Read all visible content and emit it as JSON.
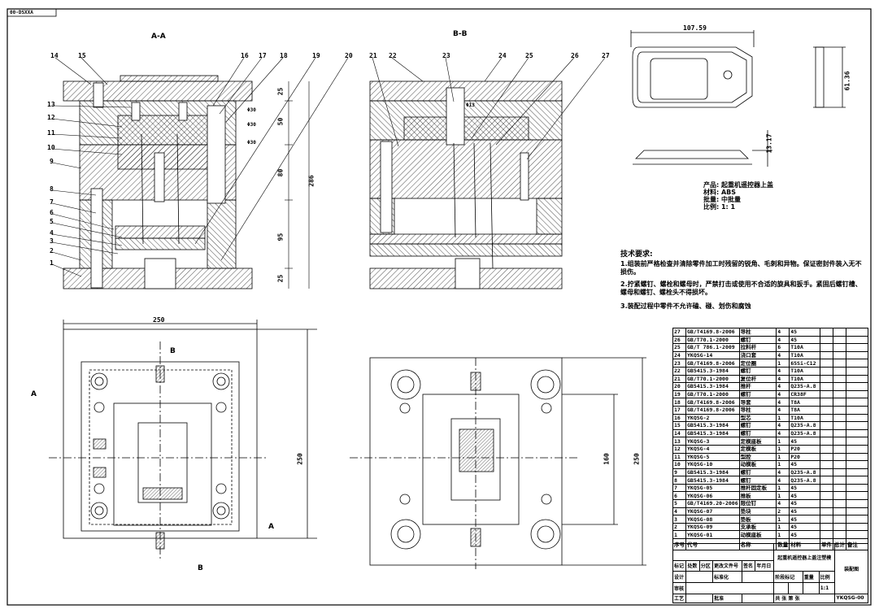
{
  "drawing_no": "00-DSXXA",
  "views": {
    "section_aa": "A-A",
    "section_bb": "B-B"
  },
  "markers": {
    "a": "A",
    "b": "B"
  },
  "part_dims": {
    "length": "107.59",
    "width": "61.36",
    "height": "13.17"
  },
  "mold_dims": {
    "overall_height": "286",
    "d25a": "25",
    "d50": "50",
    "d80": "80",
    "d95": "95",
    "d25b": "25",
    "width": "250",
    "height": "250",
    "inner": "160"
  },
  "small_dims": {
    "a": "Φ30",
    "b": "Φ30",
    "c": "Φ30",
    "d": "Φ13"
  },
  "part_info": [
    "产品: 起重机遥控器上盖",
    "材料: ABS",
    "批量: 中批量",
    "比例: 1: 1"
  ],
  "tech_req": {
    "title": "技术要求:",
    "items": [
      "1.组装前严格检查并清除零件加工时残留的锐角、毛刺和异物。保证密封件装入无不损伤。",
      "2.拧紧螺钉、螺栓和螺母时，严禁打击或使用不合适的旋具和扳手。紧固后螺钉槽、螺母和螺钉、螺栓头不得损坏。",
      "3.装配过程中零件不允许磕、碰、划伤和腐蚀"
    ]
  },
  "callouts_left": [
    "14",
    "15",
    "13",
    "12",
    "11",
    "10",
    "9",
    "8",
    "7",
    "6",
    "5",
    "4",
    "3",
    "2",
    "1"
  ],
  "callouts_top_a": [
    "16",
    "17",
    "18",
    "19",
    "20"
  ],
  "callouts_top_b": [
    "21",
    "22",
    "23",
    "24",
    "25",
    "26",
    "27"
  ],
  "bom": [
    [
      "27",
      "GB/T4169.8-2006",
      "导柱",
      "4",
      "45"
    ],
    [
      "26",
      "GB/T70.1-2000",
      "螺钉",
      "4",
      "45"
    ],
    [
      "25",
      "GB/T 786.1-2009",
      "拉料杆",
      "6",
      "T10A"
    ],
    [
      "24",
      "YKQSG-14",
      "浇口套",
      "4",
      "T10A"
    ],
    [
      "23",
      "GB/T4169.8-2006",
      "定位圈",
      "1",
      "65Si-C12"
    ],
    [
      "22",
      "GB5415.3-1984",
      "螺钉",
      "4",
      "T10A"
    ],
    [
      "21",
      "GB/T70.1-2000",
      "复位杆",
      "4",
      "T10A"
    ],
    [
      "20",
      "GB5415.3-1984",
      "推杆",
      "4",
      "Q235-A.8"
    ],
    [
      "19",
      "GB/T70.1-2000",
      "螺钉",
      "4",
      "CR38F"
    ],
    [
      "18",
      "GB/T4169.8-2006",
      "导套",
      "4",
      "T8A"
    ],
    [
      "17",
      "GB/T4169.8-2006",
      "导柱",
      "4",
      "T8A"
    ],
    [
      "16",
      "YKQSG-2",
      "型芯",
      "1",
      "T10A"
    ],
    [
      "15",
      "GB5415.3-1984",
      "螺钉",
      "4",
      "Q235-A.8"
    ],
    [
      "14",
      "GB5415.3-1984",
      "螺钉",
      "4",
      "Q235-A.8"
    ],
    [
      "13",
      "YKQSG-3",
      "定模座板",
      "1",
      "45"
    ],
    [
      "12",
      "YKQSG-4",
      "定模板",
      "1",
      "P20"
    ],
    [
      "11",
      "YKQSG-5",
      "型腔",
      "1",
      "P20"
    ],
    [
      "10",
      "YKQSG-10",
      "动模板",
      "1",
      "45"
    ],
    [
      "9",
      "GB5415.3-1984",
      "螺钉",
      "4",
      "Q235-A.8"
    ],
    [
      "8",
      "GB5415.3-1984",
      "螺钉",
      "4",
      "Q235-A.8"
    ],
    [
      "7",
      "YKQSG-05",
      "推杆固定板",
      "1",
      "45"
    ],
    [
      "6",
      "YKQSG-06",
      "推板",
      "1",
      "45"
    ],
    [
      "5",
      "GB/T4169.20-2006",
      "限位钉",
      "4",
      "45"
    ],
    [
      "4",
      "YKQSG-07",
      "垫块",
      "2",
      "45"
    ],
    [
      "3",
      "YKQSG-08",
      "垫板",
      "1",
      "45"
    ],
    [
      "2",
      "YKQSG-09",
      "支承板",
      "1",
      "45"
    ],
    [
      "1",
      "YKQSG-01",
      "动模座板",
      "1",
      "45"
    ]
  ],
  "bom_header": [
    "序号",
    "代号",
    "名称",
    "数量",
    "材料",
    "单件",
    "总计",
    "备注"
  ],
  "title_block": {
    "title": "起重机遥控器上盖注塑模",
    "drawing_name": "装配图",
    "code": "YKQSG-00",
    "scale": "1:1",
    "row_labels": [
      "标记",
      "处数",
      "分区",
      "更改文件号",
      "签名",
      "年月日"
    ],
    "roles": [
      "设计",
      "标准化",
      "审核",
      "工艺",
      "批准"
    ],
    "stage": "阶段标记",
    "weight": "重量",
    "ratio": "比例",
    "sheets": "共 张 第 张"
  }
}
